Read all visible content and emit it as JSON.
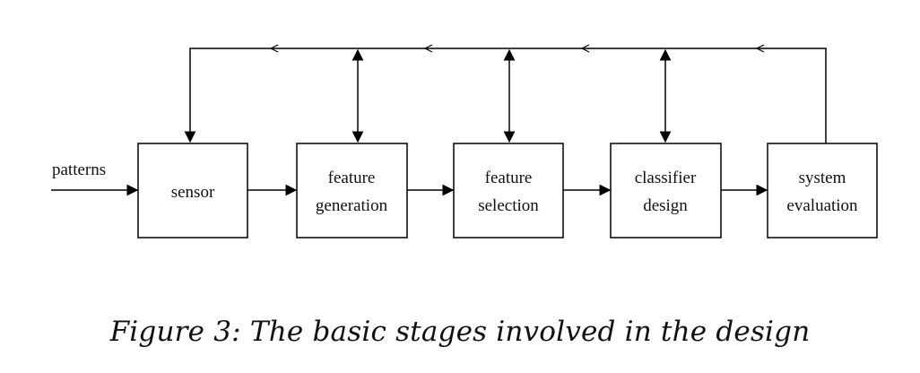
{
  "diagram": {
    "input_label": "patterns",
    "stages": [
      {
        "id": "sensor",
        "lines": [
          "sensor"
        ]
      },
      {
        "id": "feature-generation",
        "lines": [
          "feature",
          "generation"
        ]
      },
      {
        "id": "feature-selection",
        "lines": [
          "feature",
          "selection"
        ]
      },
      {
        "id": "classifier-design",
        "lines": [
          "classifier",
          "design"
        ]
      },
      {
        "id": "system-evaluation",
        "lines": [
          "system",
          "evaluation"
        ]
      }
    ]
  },
  "caption": "Figure 3: The basic stages involved in the design"
}
